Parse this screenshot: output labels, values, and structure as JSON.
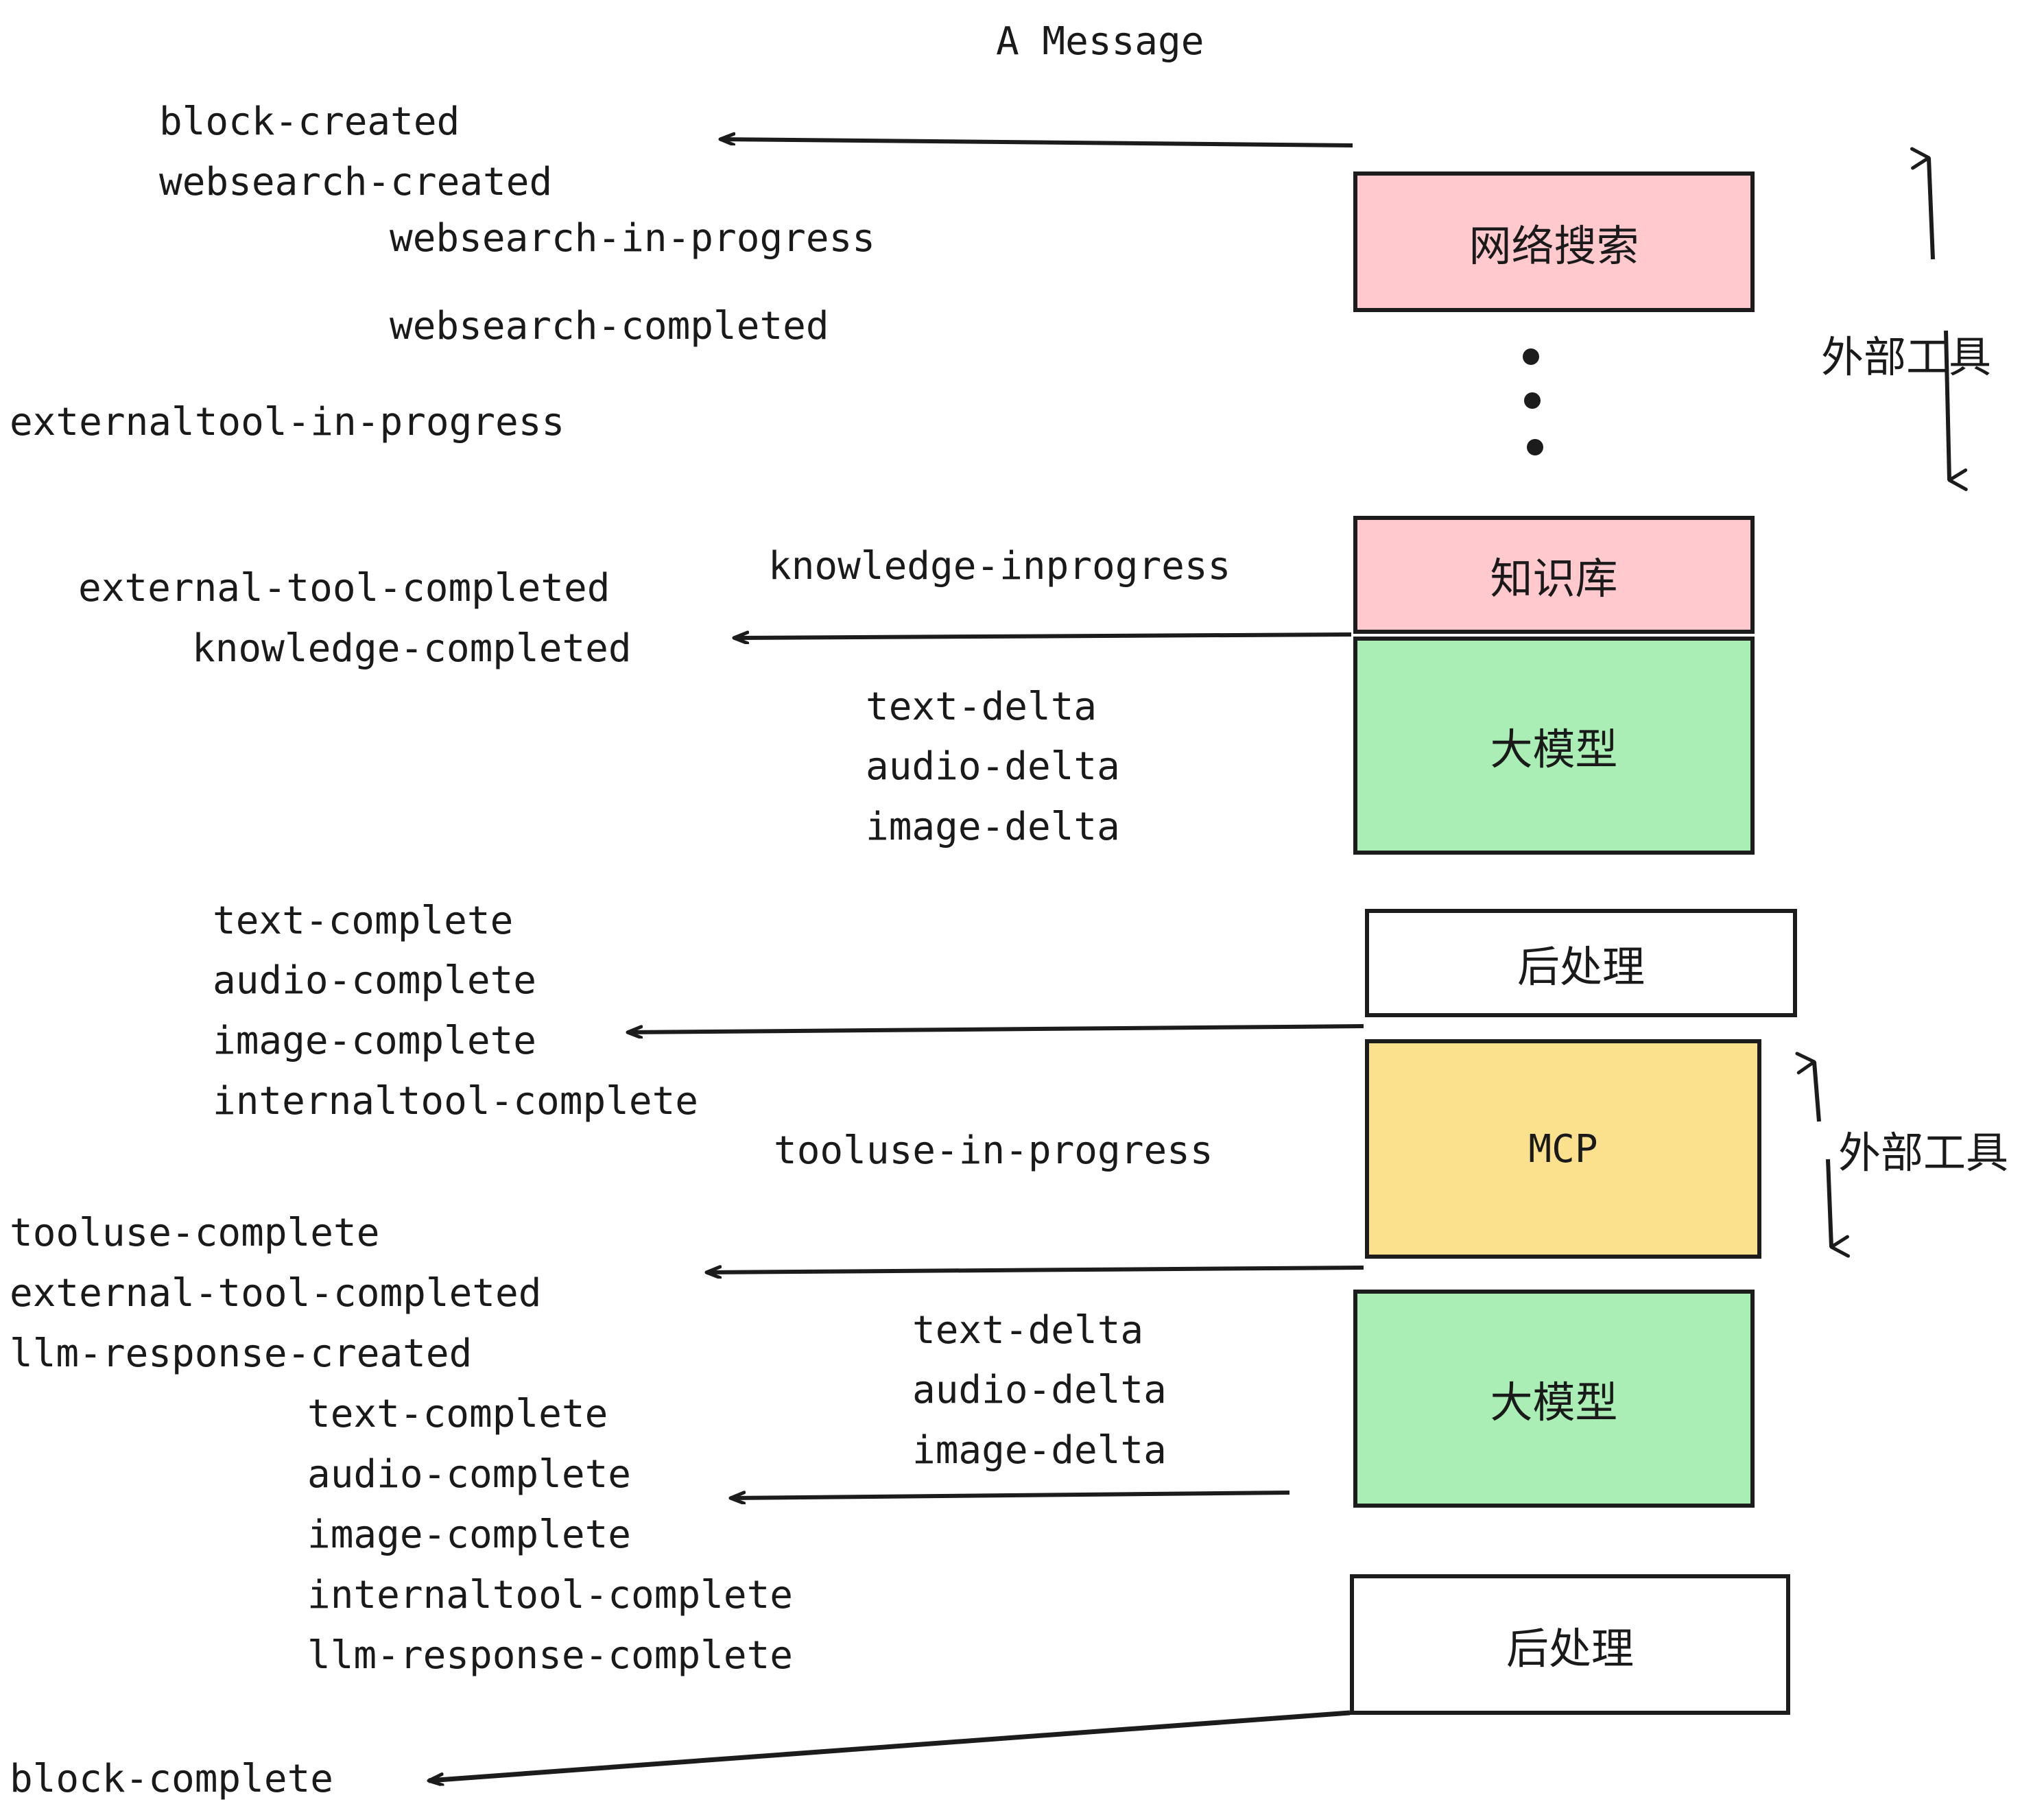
{
  "title": "A Message",
  "boxes": [
    {
      "id": "websearch",
      "label": "网络搜索",
      "color": "#ffc9cd"
    },
    {
      "id": "knowledge",
      "label": "知识库",
      "color": "#ffc9cd"
    },
    {
      "id": "llm1",
      "label": "大模型",
      "color": "#aaeeb6"
    },
    {
      "id": "post1",
      "label": "后处理",
      "color": "#ffffff"
    },
    {
      "id": "mcp",
      "label": "MCP",
      "color": "#fbe18e"
    },
    {
      "id": "llm2",
      "label": "大模型",
      "color": "#aaeeb6"
    },
    {
      "id": "post2",
      "label": "后处理",
      "color": "#ffffff"
    }
  ],
  "side_labels": {
    "external_tool_top": "外部工具",
    "external_tool_bottom": "外部工具"
  },
  "events": {
    "block_created": "block-created",
    "websearch_created": "websearch-created",
    "websearch_in_progress": "websearch-in-progress",
    "websearch_completed": "websearch-completed",
    "externaltool_in_progress": "externaltool-in-progress",
    "knowledge_inprogress": "knowledge-inprogress",
    "external_tool_completed_1": "external-tool-completed",
    "knowledge_completed": "knowledge-completed",
    "text_delta_1": "text-delta",
    "audio_delta_1": "audio-delta",
    "image_delta_1": "image-delta",
    "text_complete_1": "text-complete",
    "audio_complete_1": "audio-complete",
    "image_complete_1": "image-complete",
    "internaltool_complete_1": "internaltool-complete",
    "tooluse_in_progress": "tooluse-in-progress",
    "tooluse_complete": "tooluse-complete",
    "external_tool_completed_2": "external-tool-completed",
    "llm_response_created": "llm-response-created",
    "text_delta_2": "text-delta",
    "audio_delta_2": "audio-delta",
    "image_delta_2": "image-delta",
    "text_complete_2": "text-complete",
    "audio_complete_2": "audio-complete",
    "image_complete_2": "image-complete",
    "internaltool_complete_2": "internaltool-complete",
    "llm_response_complete": "llm-response-complete",
    "block_complete": "block-complete"
  },
  "colors": {
    "pink": "#ffc9cd",
    "green": "#aaeeb6",
    "yellow": "#fbe18e",
    "white": "#ffffff",
    "stroke": "#1c1c1c",
    "text": "#1a1a1a"
  }
}
